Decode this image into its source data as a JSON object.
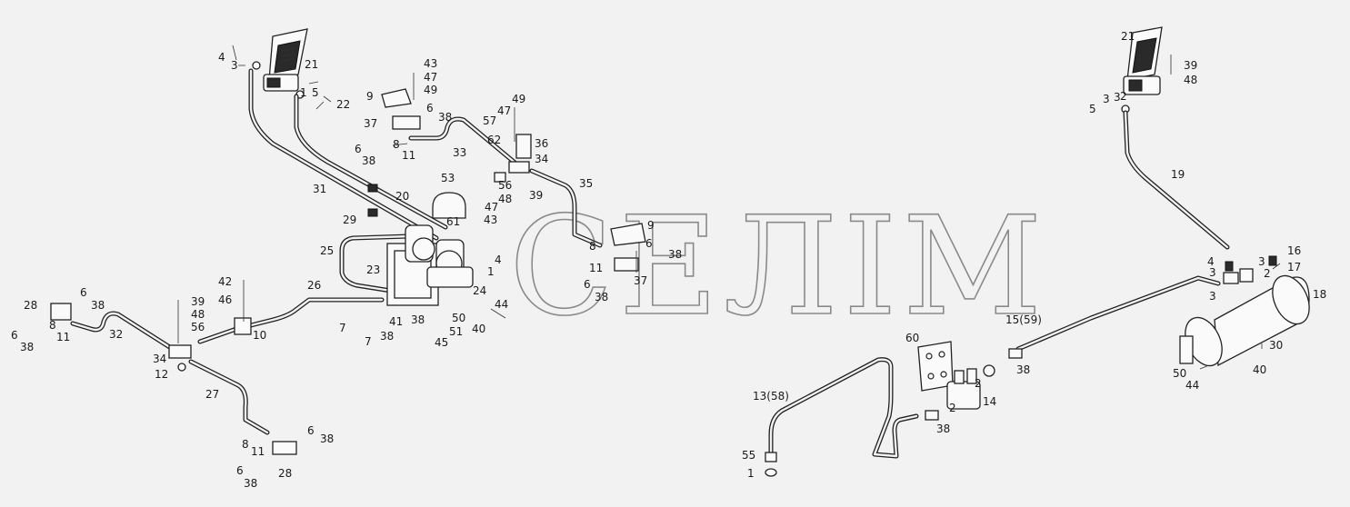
{
  "watermark": "СЕЛІМ",
  "labels": [
    {
      "id": "l1",
      "text": "4"
    },
    {
      "id": "l2",
      "text": "3"
    },
    {
      "id": "l3",
      "text": "21"
    },
    {
      "id": "l4",
      "text": "1"
    },
    {
      "id": "l5",
      "text": "5"
    },
    {
      "id": "l6",
      "text": "22"
    },
    {
      "id": "l7",
      "text": "43"
    },
    {
      "id": "l8",
      "text": "47"
    },
    {
      "id": "l9",
      "text": "49"
    },
    {
      "id": "l10",
      "text": "9"
    },
    {
      "id": "l11",
      "text": "6"
    },
    {
      "id": "l12",
      "text": "38"
    },
    {
      "id": "l13",
      "text": "37"
    },
    {
      "id": "l14",
      "text": "8"
    },
    {
      "id": "l15",
      "text": "11"
    },
    {
      "id": "l16",
      "text": "6"
    },
    {
      "id": "l17",
      "text": "38"
    },
    {
      "id": "l18",
      "text": "33"
    },
    {
      "id": "l19",
      "text": "49"
    },
    {
      "id": "l20",
      "text": "47"
    },
    {
      "id": "l21",
      "text": "57"
    },
    {
      "id": "l22",
      "text": "62"
    },
    {
      "id": "l23",
      "text": "36"
    },
    {
      "id": "l24",
      "text": "34"
    },
    {
      "id": "l25",
      "text": "31"
    },
    {
      "id": "l26",
      "text": "20"
    },
    {
      "id": "l27",
      "text": "29"
    },
    {
      "id": "l28",
      "text": "53"
    },
    {
      "id": "l29",
      "text": "56"
    },
    {
      "id": "l30",
      "text": "48"
    },
    {
      "id": "l31",
      "text": "39"
    },
    {
      "id": "l32",
      "text": "35"
    },
    {
      "id": "l33",
      "text": "47"
    },
    {
      "id": "l34",
      "text": "43"
    },
    {
      "id": "l35",
      "text": "61"
    },
    {
      "id": "l36",
      "text": "9"
    },
    {
      "id": "l37",
      "text": "25"
    },
    {
      "id": "l38",
      "text": "23"
    },
    {
      "id": "l39",
      "text": "1"
    },
    {
      "id": "l40",
      "text": "4"
    },
    {
      "id": "l41",
      "text": "8"
    },
    {
      "id": "l42",
      "text": "11"
    },
    {
      "id": "l43",
      "text": "6"
    },
    {
      "id": "l44",
      "text": "38"
    },
    {
      "id": "l45",
      "text": "37"
    },
    {
      "id": "l46",
      "text": "6"
    },
    {
      "id": "l47",
      "text": "38"
    },
    {
      "id": "l48",
      "text": "24"
    },
    {
      "id": "l49",
      "text": "26"
    },
    {
      "id": "l50",
      "text": "42"
    },
    {
      "id": "l51",
      "text": "46"
    },
    {
      "id": "l52",
      "text": "39"
    },
    {
      "id": "l53",
      "text": "48"
    },
    {
      "id": "l54",
      "text": "56"
    },
    {
      "id": "l55",
      "text": "10"
    },
    {
      "id": "l56",
      "text": "41"
    },
    {
      "id": "l57",
      "text": "38"
    },
    {
      "id": "l58",
      "text": "50"
    },
    {
      "id": "l59",
      "text": "44"
    },
    {
      "id": "l60",
      "text": "40"
    },
    {
      "id": "l61",
      "text": "51"
    },
    {
      "id": "l62",
      "text": "45"
    },
    {
      "id": "l63",
      "text": "7"
    },
    {
      "id": "l64",
      "text": "7"
    },
    {
      "id": "l65",
      "text": "38"
    },
    {
      "id": "l66",
      "text": "28"
    },
    {
      "id": "l67",
      "text": "6"
    },
    {
      "id": "l68",
      "text": "38"
    },
    {
      "id": "l69",
      "text": "8"
    },
    {
      "id": "l70",
      "text": "11"
    },
    {
      "id": "l71",
      "text": "6"
    },
    {
      "id": "l72",
      "text": "38"
    },
    {
      "id": "l73",
      "text": "32"
    },
    {
      "id": "l74",
      "text": "34"
    },
    {
      "id": "l75",
      "text": "12"
    },
    {
      "id": "l76",
      "text": "27"
    },
    {
      "id": "l77",
      "text": "6"
    },
    {
      "id": "l78",
      "text": "38"
    },
    {
      "id": "l79",
      "text": "8"
    },
    {
      "id": "l80",
      "text": "11"
    },
    {
      "id": "l81",
      "text": "6"
    },
    {
      "id": "l82",
      "text": "28"
    },
    {
      "id": "l83",
      "text": "38"
    },
    {
      "id": "l84",
      "text": "21"
    },
    {
      "id": "l85",
      "text": "39"
    },
    {
      "id": "l86",
      "text": "48"
    },
    {
      "id": "l87",
      "text": "3"
    },
    {
      "id": "l88",
      "text": "3"
    },
    {
      "id": "l89",
      "text": "2"
    },
    {
      "id": "l90",
      "text": "5"
    },
    {
      "id": "l91",
      "text": "19"
    },
    {
      "id": "l92",
      "text": "4"
    },
    {
      "id": "l93",
      "text": "3"
    },
    {
      "id": "l94",
      "text": "3"
    },
    {
      "id": "l95",
      "text": "2"
    },
    {
      "id": "l96",
      "text": "16"
    },
    {
      "id": "l97",
      "text": "17"
    },
    {
      "id": "l98",
      "text": "3"
    },
    {
      "id": "l99",
      "text": "18"
    },
    {
      "id": "l100",
      "text": "15(59)"
    },
    {
      "id": "l101",
      "text": "60"
    },
    {
      "id": "l102",
      "text": "30"
    },
    {
      "id": "l103",
      "text": "50"
    },
    {
      "id": "l104",
      "text": "40"
    },
    {
      "id": "l105",
      "text": "44"
    },
    {
      "id": "l106",
      "text": "38"
    },
    {
      "id": "l107",
      "text": "2"
    },
    {
      "id": "l108",
      "text": "14"
    },
    {
      "id": "l109",
      "text": "13(58)"
    },
    {
      "id": "l110",
      "text": "2"
    },
    {
      "id": "l111",
      "text": "38"
    },
    {
      "id": "l112",
      "text": "55"
    },
    {
      "id": "l113",
      "text": "1"
    }
  ]
}
